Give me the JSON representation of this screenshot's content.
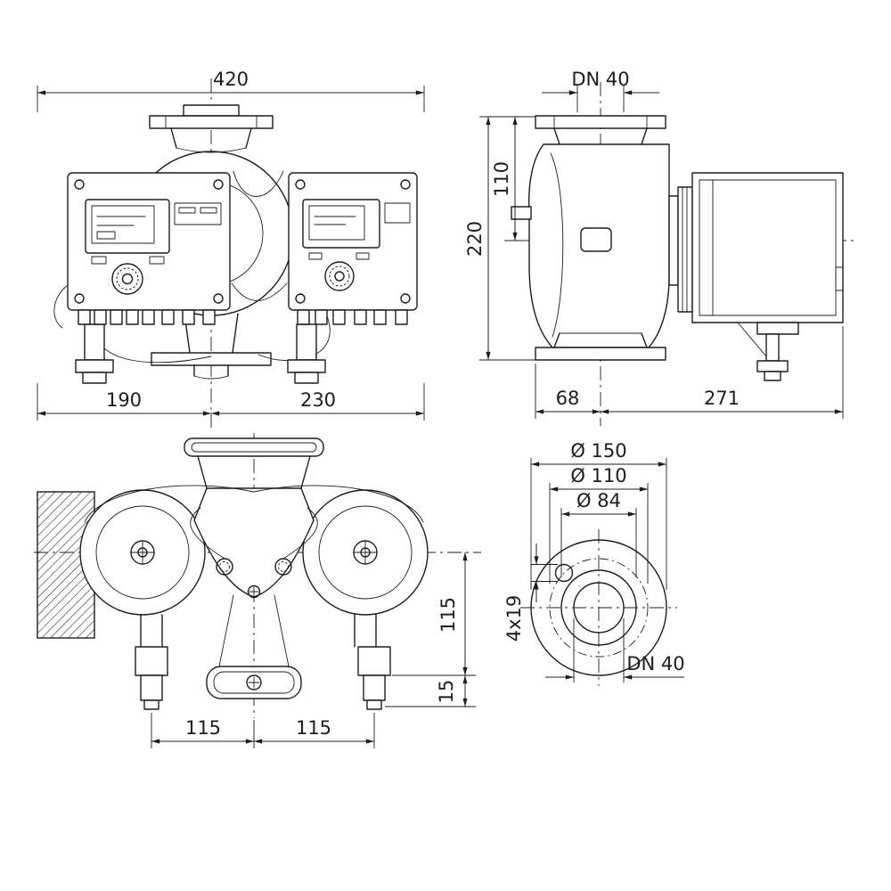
{
  "colors": {
    "line": "#1d1d1b",
    "background": "#ffffff"
  },
  "views": {
    "front": {
      "dim_overall_width": "420",
      "dim_left_of_axis": "190",
      "dim_right_of_axis": "230"
    },
    "side": {
      "dim_nominal_diameter": "DN 40",
      "dim_flange_to_axis": "110",
      "dim_overall_height": "220",
      "dim_axis_to_front": "68",
      "dim_axis_to_rear": "271"
    },
    "top": {
      "dim_axis_to_foot": "115",
      "dim_foot_height": "15",
      "dim_axis_to_left_foot": "115",
      "dim_axis_to_right_foot": "115"
    },
    "flange": {
      "dim_outer_diameter": "Ø 150",
      "dim_bolt_circle": "Ø 110",
      "dim_raised_face": "Ø 84",
      "dim_bolt_holes": "4x19",
      "dim_nominal_diameter": "DN 40"
    }
  }
}
